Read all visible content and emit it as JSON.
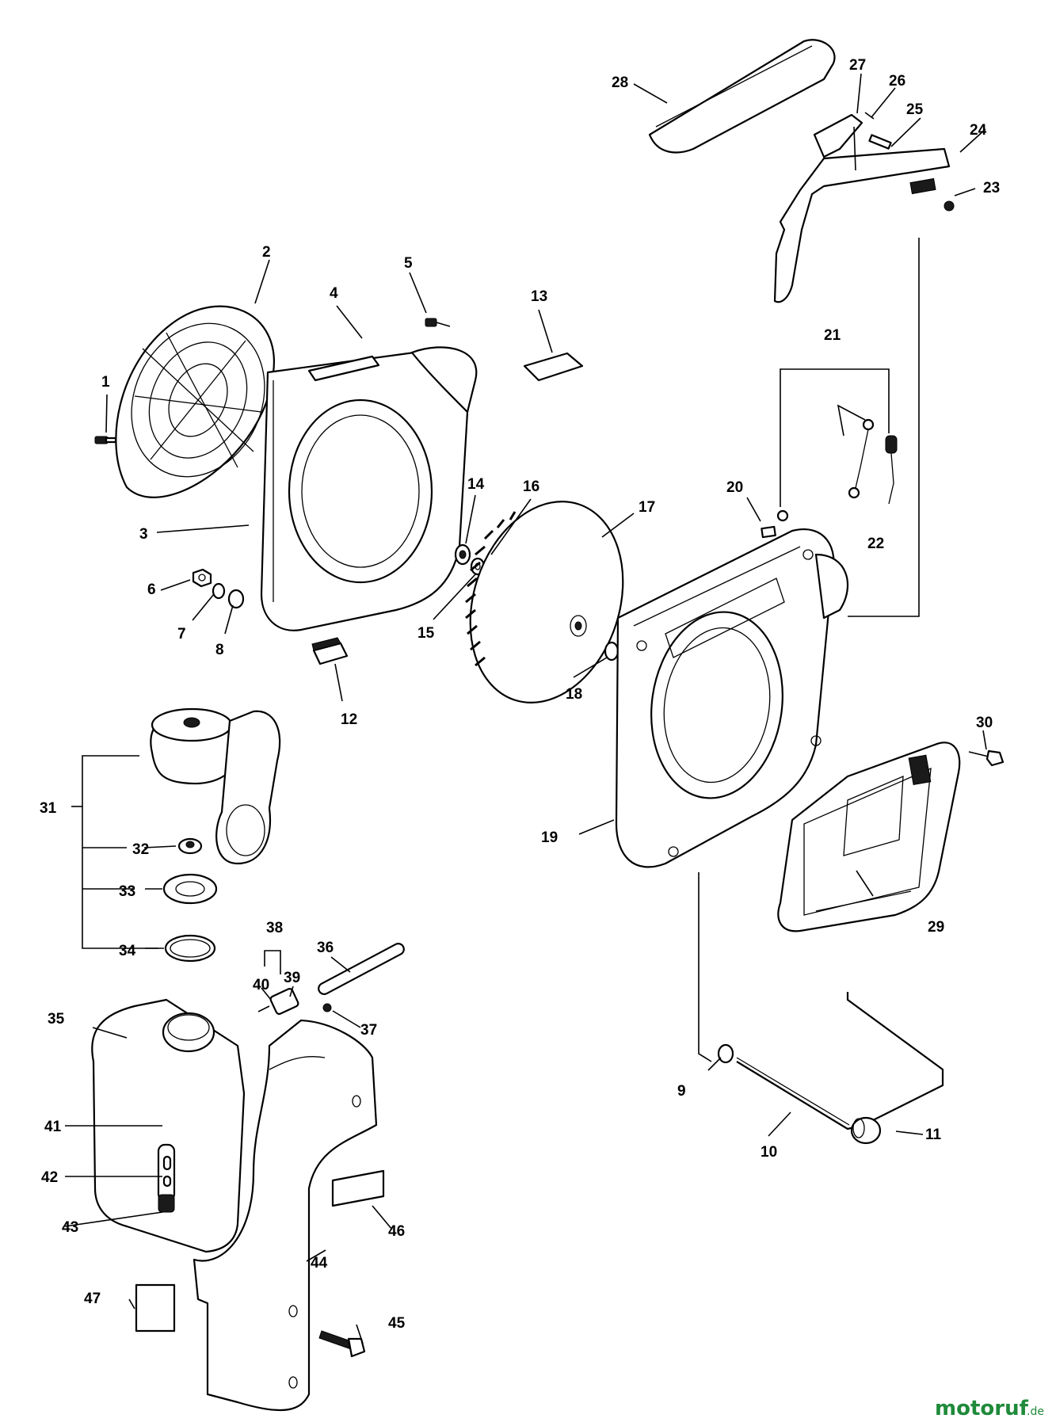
{
  "diagram": {
    "callouts": [
      "1",
      "2",
      "3",
      "4",
      "5",
      "6",
      "7",
      "8",
      "9",
      "10",
      "11",
      "12",
      "13",
      "14",
      "15",
      "16",
      "17",
      "18",
      "19",
      "20",
      "21",
      "22",
      "23",
      "24",
      "25",
      "26",
      "27",
      "28",
      "29",
      "30",
      "31",
      "32",
      "33",
      "34",
      "35",
      "36",
      "37",
      "38",
      "39",
      "40",
      "41",
      "42",
      "43",
      "44",
      "45",
      "46",
      "47"
    ]
  },
  "watermark": {
    "brand": "motoruf",
    "tld": ".de",
    "color": "#1f8a3a"
  }
}
